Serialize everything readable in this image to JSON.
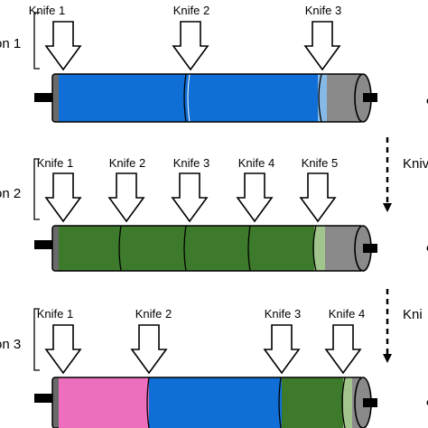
{
  "colors": {
    "blue": "#0f6fd6",
    "blue_light": "#86b9e6",
    "green": "#3d7a2b",
    "green_light": "#a2c48d",
    "pink": "#ec6ebd",
    "gray": "#8a8a8a",
    "gray_dark": "#6a6a6a",
    "black": "#000000",
    "white": "#ffffff"
  },
  "transitions": [
    {
      "label": "Kniv"
    },
    {
      "label": "Kni"
    }
  ],
  "positions": [
    {
      "label": "on 1",
      "knives": [
        "Knife 1",
        "Knife 2",
        "Knife 3"
      ],
      "segments": [
        {
          "color": "blue"
        },
        {
          "color": "blue"
        },
        {
          "color": "blue_light"
        },
        {
          "color": "gray"
        }
      ],
      "bullet": true
    },
    {
      "label": "on 2",
      "knives": [
        "Knife 1",
        "Knife 2",
        "Knife 3",
        "Knife 4",
        "Knife 5"
      ],
      "segments": [
        {
          "color": "green"
        },
        {
          "color": "green"
        },
        {
          "color": "green"
        },
        {
          "color": "green"
        },
        {
          "color": "green_light"
        },
        {
          "color": "gray"
        }
      ],
      "bullet": true
    },
    {
      "label": "on 3",
      "knives": [
        "Knife 1",
        "Knife 2",
        "Knife 3",
        "Knife 4"
      ],
      "segments": [
        {
          "color": "pink"
        },
        {
          "color": "blue"
        },
        {
          "color": "green"
        },
        {
          "color": "green_light"
        },
        {
          "color": "gray"
        }
      ],
      "bullet": true
    }
  ]
}
